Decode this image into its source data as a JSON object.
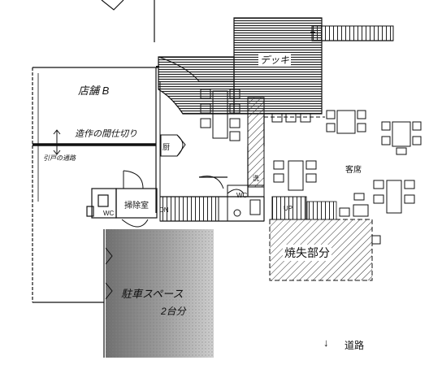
{
  "labels": {
    "store_b": "店舗 B",
    "partition": "造作の間仕切り",
    "sliding_path": "引戸の通路",
    "deck": "デッキ",
    "customer_seats": "客席",
    "cleaning_room": "掃除室",
    "wc_left": "WC",
    "wc_center": "WC",
    "dn": "DN",
    "up": "UP",
    "small_room": "厨",
    "unit_box": "洗",
    "burned_area": "焼失部分",
    "parking": "駐車スペース",
    "parking_count": "2台分",
    "road_arrow": "↓",
    "road": "道路"
  },
  "colors": {
    "line": "#111111",
    "hatch": "#222222",
    "parking_dark": "#7a7a7a",
    "parking_light": "#c4c4c4",
    "background": "#ffffff"
  }
}
